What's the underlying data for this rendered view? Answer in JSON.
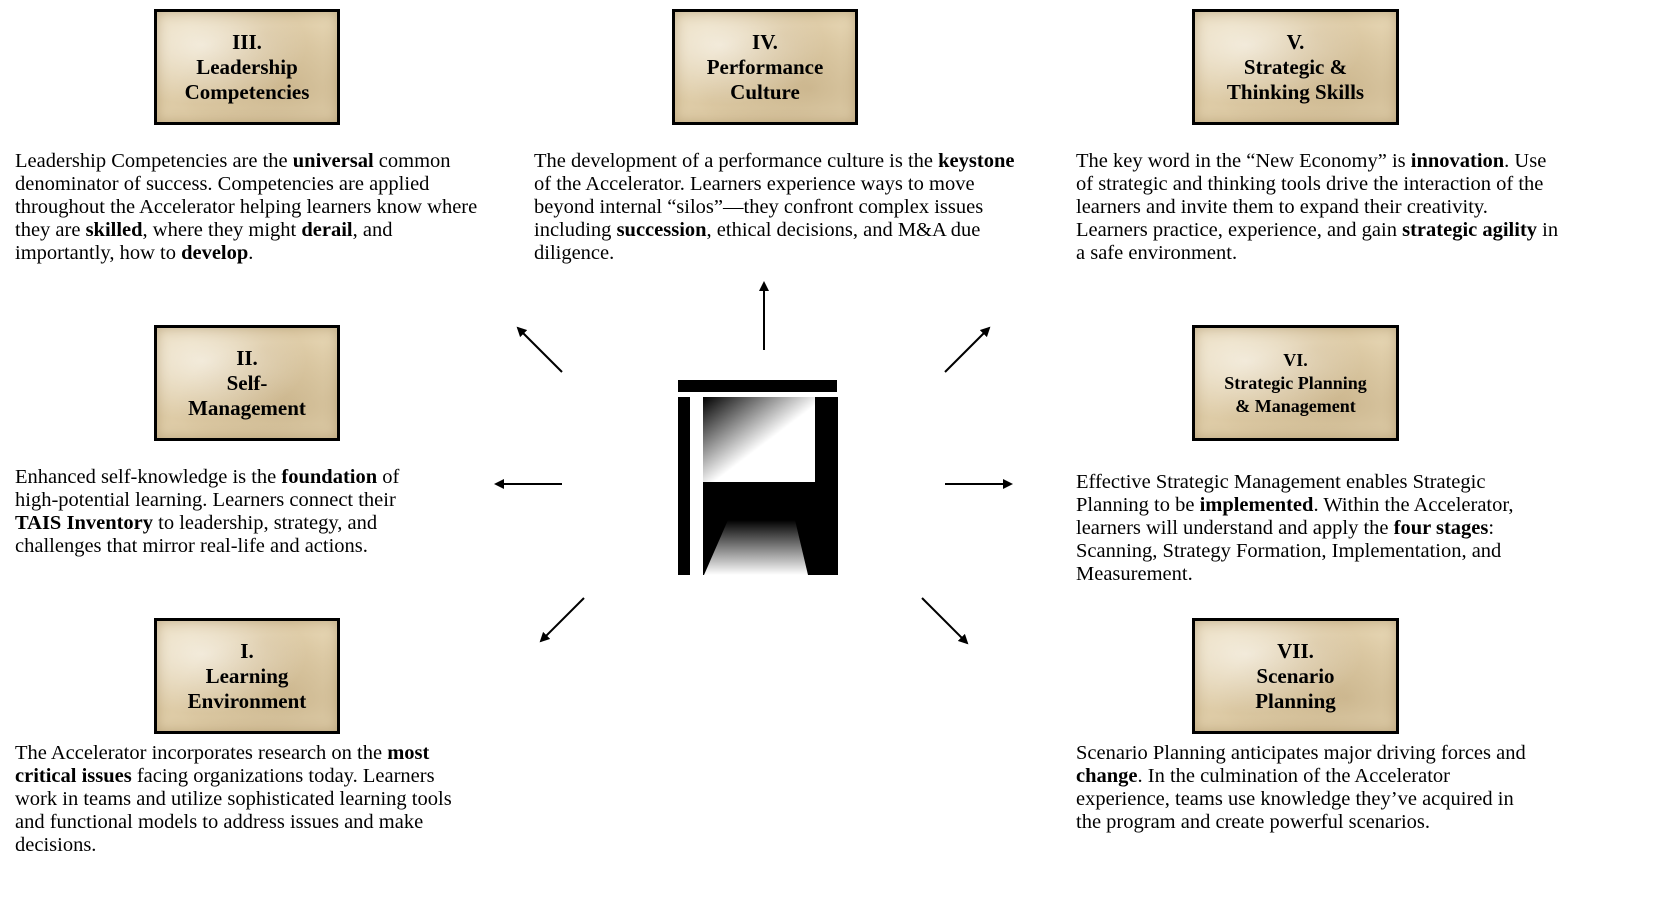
{
  "boxes": [
    {
      "id": "learning-environment",
      "roman": "I.",
      "title": "Learning\nEnvironment"
    },
    {
      "id": "self-management",
      "roman": "II.",
      "title": "Self-\nManagement"
    },
    {
      "id": "leadership-competencies",
      "roman": "III.",
      "title": "Leadership\nCompetencies"
    },
    {
      "id": "performance-culture",
      "roman": "IV.",
      "title": "Performance\nCulture"
    },
    {
      "id": "strategic-thinking",
      "roman": "V.",
      "title": "Strategic &\nThinking Skills"
    },
    {
      "id": "strategic-planning",
      "roman": "VI.",
      "title": "Strategic Planning\n& Management"
    },
    {
      "id": "scenario-planning",
      "roman": "VII.",
      "title": "Scenario\nPlanning"
    }
  ],
  "descriptions": {
    "leadership_competencies": [
      {
        "t": "Leadership Competencies are the "
      },
      {
        "t": "universal",
        "b": true
      },
      {
        "t": " common denominator of success.  Competencies are applied throughout the Accelerator helping learners know where they are "
      },
      {
        "t": "skilled",
        "b": true
      },
      {
        "t": ", where they might "
      },
      {
        "t": "derail",
        "b": true
      },
      {
        "t": ", and importantly, how to "
      },
      {
        "t": "develop",
        "b": true
      },
      {
        "t": "."
      }
    ],
    "performance_culture": [
      {
        "t": "The development of a performance culture is the "
      },
      {
        "t": "keystone",
        "b": true
      },
      {
        "t": " of the Accelerator.  Learners experience ways to move beyond internal “silos”—they confront complex issues including "
      },
      {
        "t": "succession",
        "b": true
      },
      {
        "t": ", ethical decisions, and M&A due diligence."
      }
    ],
    "strategic_thinking": [
      {
        "t": "The key word in the “New Economy” is "
      },
      {
        "t": "innovation",
        "b": true
      },
      {
        "t": ".  Use of strategic and thinking tools drive the interaction of the learners and invite them to expand their creativity.  Learners practice, experience, and gain "
      },
      {
        "t": "strategic agility",
        "b": true
      },
      {
        "t": " in a safe environment."
      }
    ],
    "self_management": [
      {
        "t": "Enhanced self-knowledge is the "
      },
      {
        "t": "foundation",
        "b": true
      },
      {
        "t": " of high-potential learning.  Learners connect their "
      },
      {
        "t": "TAIS Inventory",
        "b": true
      },
      {
        "t": " to leadership, strategy, and challenges that mirror real-life and actions."
      }
    ],
    "strategic_planning": [
      {
        "t": "Effective Strategic Management enables Strategic Planning to be "
      },
      {
        "t": "implemented",
        "b": true
      },
      {
        "t": ". Within the Accelerator, learners will understand and apply the "
      },
      {
        "t": "four stages",
        "b": true
      },
      {
        "t": ": Scanning, Strategy Formation, Implementation, and Measurement."
      }
    ],
    "learning_environment": [
      {
        "t": "The Accelerator incorporates research on the "
      },
      {
        "t": "most critical issues",
        "b": true
      },
      {
        "t": " facing organizations today.  Learners work in teams and utilize sophisticated learning tools and functional models to address issues and make decisions."
      }
    ],
    "scenario_planning": [
      {
        "t": "Scenario Planning anticipates major driving forces and "
      },
      {
        "t": "change",
        "b": true
      },
      {
        "t": ".  In the culmination of the Accelerator experience, teams use knowledge they’ve acquired in the program and create powerful scenarios."
      }
    ]
  },
  "center_graphic": {
    "icon": "doorway-icon"
  },
  "colors": {
    "box_fill": "#e6d6b4",
    "border": "#000000"
  }
}
